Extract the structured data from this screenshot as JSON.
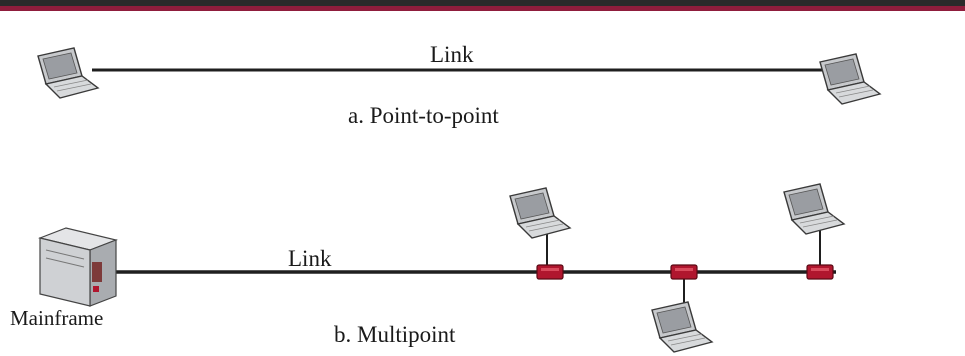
{
  "diagram": {
    "point_to_point": {
      "link_label": "Link",
      "caption": "a. Point-to-point"
    },
    "multipoint": {
      "link_label": "Link",
      "caption": "b. Multipoint",
      "mainframe_label": "Mainframe"
    }
  },
  "colors": {
    "accent_rule": "#8f1d3c",
    "connector": "#b0162e",
    "link_line": "#1f1f1f"
  }
}
